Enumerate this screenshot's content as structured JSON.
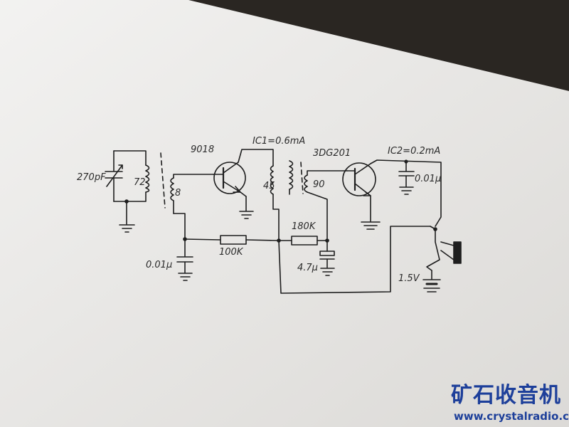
{
  "labels": {
    "tr1_type": "9018",
    "tr2_type": "3DG201",
    "ic1": "IC1=0.6mA",
    "ic2": "IC2=0.2mA",
    "tuning_cap": "270pF",
    "coil_turns_72": "72",
    "coil_turns_8": "8",
    "coil_turns_45": "45",
    "coil_turns_90": "90",
    "r1": "100K",
    "r2": "180K",
    "c_bypass1": "0.01μ",
    "c_bypass2": "0.01μ",
    "c_electrolytic": "4.7μ",
    "battery": "1.5V"
  },
  "watermark": {
    "title": "矿石收音机",
    "url": "www.crystalradio.cn"
  }
}
